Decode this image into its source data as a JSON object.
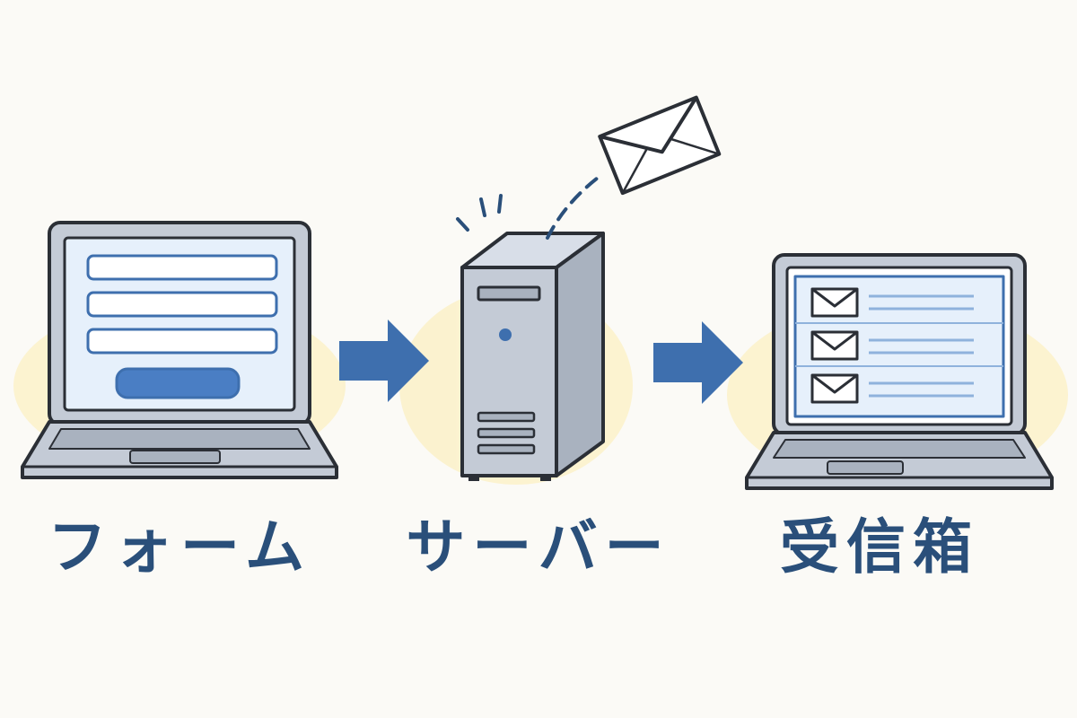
{
  "labels": {
    "form": "フォーム",
    "server": "サーバー",
    "inbox": "受信箱"
  },
  "icons": {
    "form_laptop": "laptop-form-icon",
    "server": "server-tower-icon",
    "envelope": "envelope-icon",
    "inbox_laptop": "laptop-inbox-icon",
    "arrow": "arrow-right-icon"
  },
  "colors": {
    "background": "#fbfaf6",
    "accent_blue": "#3e6fae",
    "label_blue": "#2a4f7a",
    "highlight": "#fbf1c9",
    "device_gray": "#c4cbd6",
    "screen_blue": "#e6f0fb"
  }
}
